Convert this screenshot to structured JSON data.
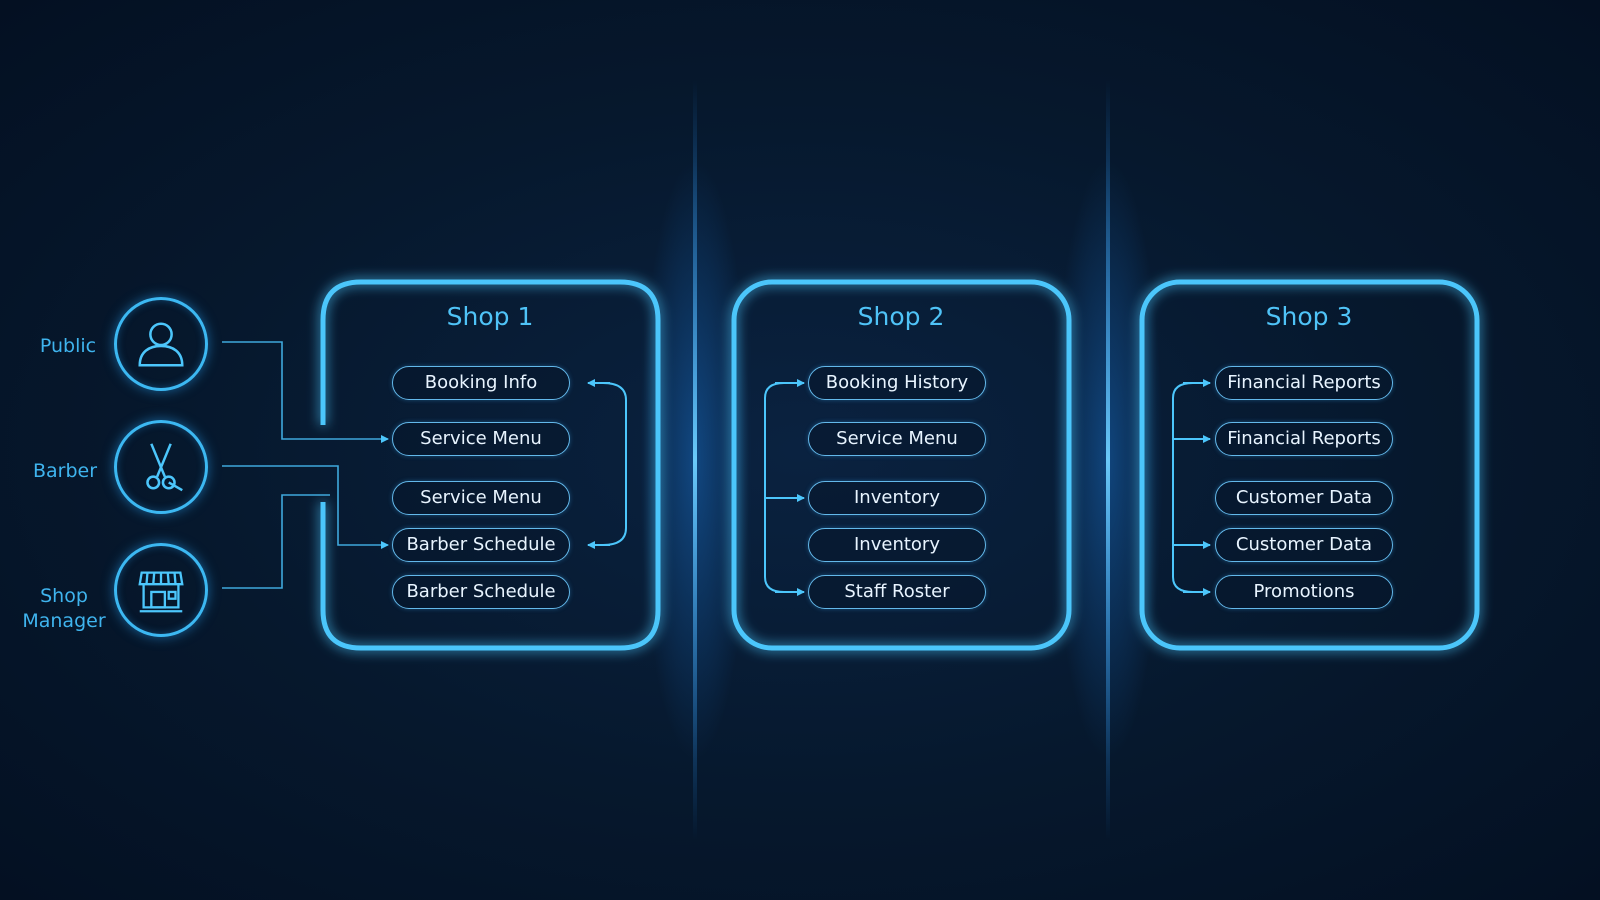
{
  "roles": [
    {
      "label": "Public",
      "icon": "person-icon"
    },
    {
      "label": "Barber",
      "icon": "scissors-icon"
    },
    {
      "label_line1": "Shop",
      "label_line2": "Manager",
      "icon": "storefront-icon"
    }
  ],
  "shops": [
    {
      "title": "Shop 1",
      "items": [
        "Booking Info",
        "Service Menu",
        "Service Menu",
        "Barber Schedule",
        "Barber Schedule"
      ]
    },
    {
      "title": "Shop 2",
      "items": [
        "Booking History",
        "Service Menu",
        "Inventory",
        "Inventory",
        "Staff Roster"
      ]
    },
    {
      "title": "Shop 3",
      "items": [
        "Financial Reports",
        "Financial Reports",
        "Customer Data",
        "Customer Data",
        "Promotions"
      ]
    }
  ],
  "colors": {
    "background": "#06182d",
    "accent": "#3cb8f2",
    "panel_border": "#4cc6fb",
    "pill_text": "#e8f4ff"
  }
}
